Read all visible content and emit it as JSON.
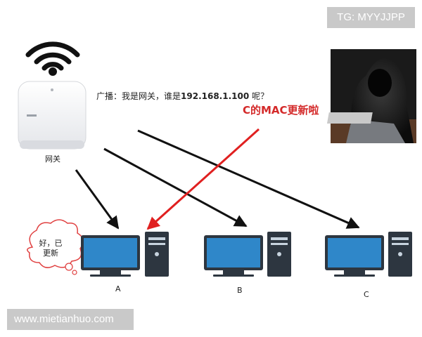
{
  "watermarks": {
    "top": "TG: MYYJJPP",
    "bottom": "www.mietianhuo.com"
  },
  "gateway": {
    "label": "网关",
    "broadcast_prefix": "广播：我是网关，谁是",
    "broadcast_ip": "192.168.1.100",
    "broadcast_suffix": " 呢？"
  },
  "attacker": {
    "message": "C的MAC更新啦"
  },
  "hosts": [
    {
      "label": "A",
      "reply": "好，已\n更新"
    },
    {
      "label": "B"
    },
    {
      "label": "C"
    }
  ],
  "colors": {
    "attack_arrow": "#e02020",
    "broadcast_arrow": "#111111",
    "watermark_bg": "#c9c9c9"
  }
}
